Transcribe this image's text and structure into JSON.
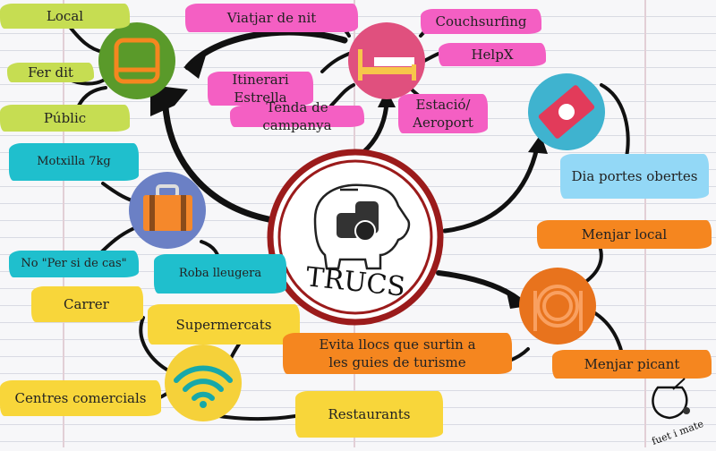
{
  "center": {
    "title": "TRUCS",
    "icon": "piggy-bank-icon"
  },
  "transport": {
    "icon": "bus-icon",
    "items": [
      "Local",
      "Fer dit",
      "Públic"
    ]
  },
  "accommodation": {
    "icon": "bed-icon",
    "items": [
      "Viatjar de nit",
      "Itinerari",
      "Estrella",
      "Tenda de campanya",
      "Couchsurfing",
      "HelpX",
      "Estació/",
      "Aeroport"
    ]
  },
  "tickets": {
    "icon": "ticket-icon",
    "items": [
      "Dia portes obertes"
    ]
  },
  "luggage": {
    "icon": "suitcase-icon",
    "items": [
      "Motxilla 7kg",
      "No \"Per si de cas\"",
      "Roba lleugera"
    ]
  },
  "wifi": {
    "icon": "wifi-icon",
    "items": [
      "Carrer",
      "Supermercats",
      "Centres comercials",
      "Restaurants"
    ]
  },
  "food": {
    "icon": "plate-icon",
    "items": [
      "Menjar local",
      "Evita llocs que surtin a",
      "les guies de turisme",
      "Menjar picant"
    ]
  },
  "brand": "fuet i mate",
  "colors": {
    "green": "#c6dd52",
    "pink": "#f45fc3",
    "teal": "#1fbfcd",
    "yellow": "#f8d63a",
    "orange": "#f5861f",
    "blue": "#93d8f6",
    "ring": "#9b1b1b"
  }
}
